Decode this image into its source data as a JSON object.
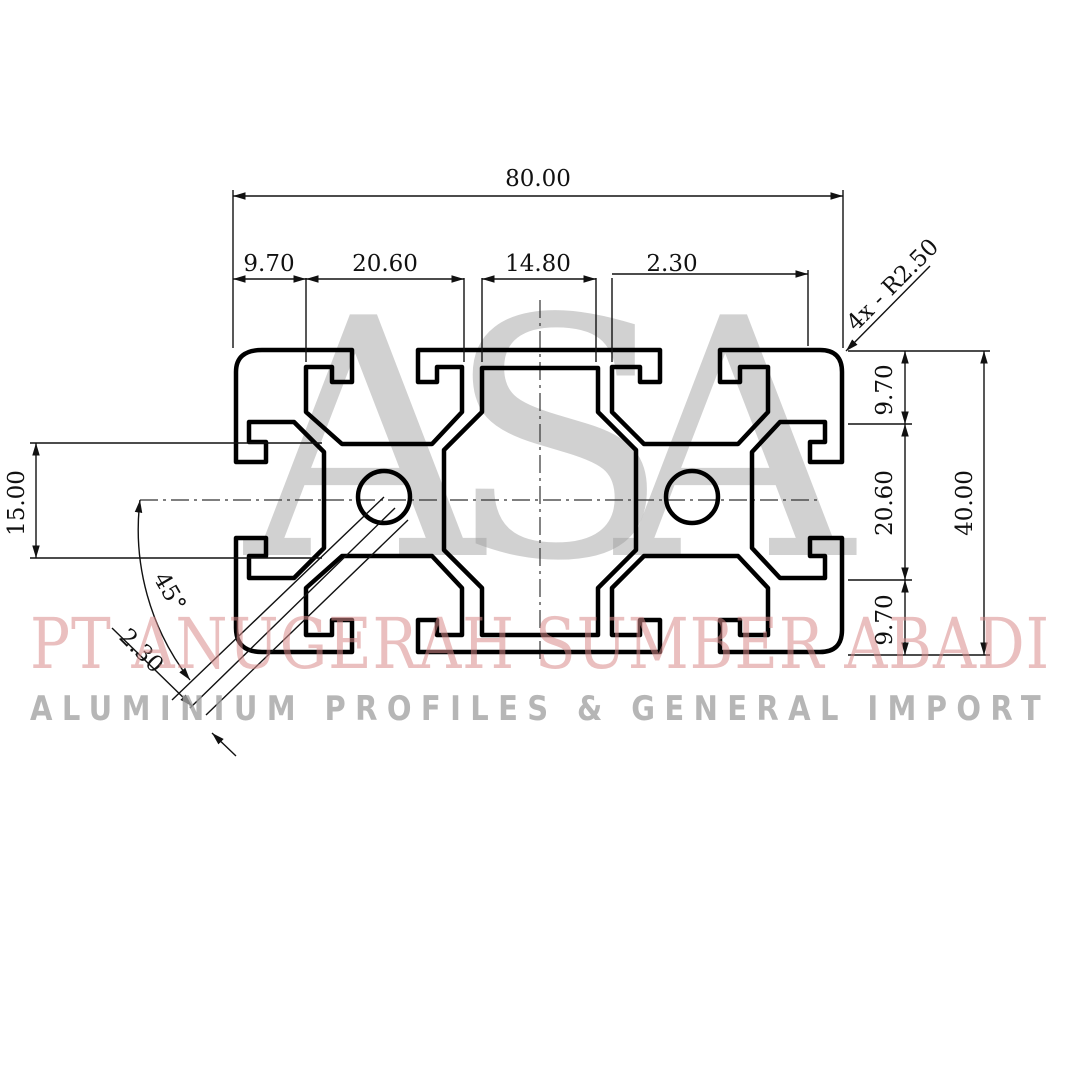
{
  "dimensions": {
    "overall_width": "80.00",
    "overall_height": "40.00",
    "top_1": "9.70",
    "top_2": "20.60",
    "top_3": "14.80",
    "top_4": "2.30",
    "right_top": "9.70",
    "right_mid": "20.60",
    "right_bottom": "9.70",
    "left": "15.00",
    "angle": "45°",
    "wall": "2.30",
    "radius": "4x - R2.50"
  },
  "watermark": {
    "letters": "ASA",
    "company": "PT ANUGERAH SUMBER ABADI",
    "tagline": "ALUMINIUM PROFILES & GENERAL IMPORT"
  },
  "colors": {
    "line": "#000000",
    "watermark_red": "#d98b8b",
    "watermark_gray": "#a5a5a5"
  }
}
